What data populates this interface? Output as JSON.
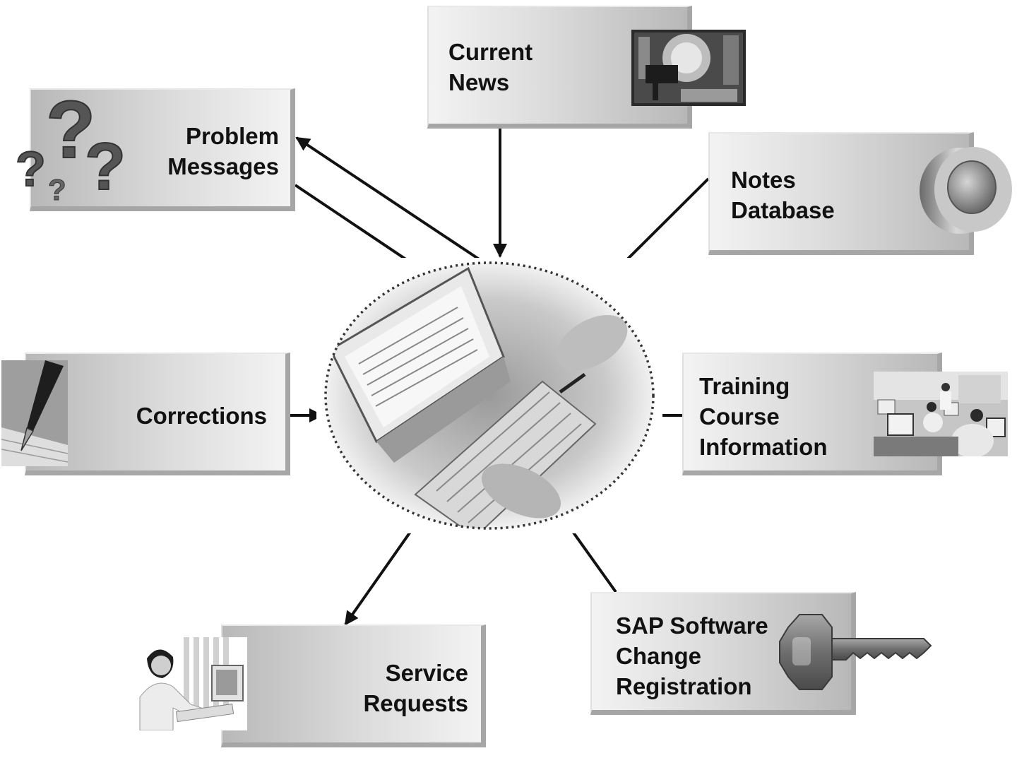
{
  "nodes": {
    "current_news": {
      "lines": [
        "Current",
        "News"
      ],
      "icon": "broadcast-studio-photo-icon"
    },
    "problem_messages": {
      "lines": [
        "Problem",
        "Messages"
      ],
      "icon": "question-marks-icon"
    },
    "notes_database": {
      "lines": [
        "Notes",
        "Database"
      ],
      "icon": "database-cylinder-icon"
    },
    "corrections": {
      "lines": [
        "Corrections"
      ],
      "icon": "fountain-pen-photo-icon"
    },
    "training_course": {
      "lines": [
        "Training",
        "Course",
        "Information"
      ],
      "icon": "computer-classroom-photo-icon"
    },
    "service_requests": {
      "lines": [
        "Service",
        "Requests"
      ],
      "icon": "support-agent-photo-icon"
    },
    "sap_registration": {
      "lines": [
        "SAP Software",
        "Change",
        "Registration"
      ],
      "icon": "key-icon"
    }
  },
  "center": {
    "icon": "computer-keyboard-photo-icon"
  },
  "connections": [
    {
      "from": "center",
      "to": "problem_messages"
    },
    {
      "from": "problem_messages",
      "to": "center"
    },
    {
      "from": "current_news",
      "to": "center"
    },
    {
      "from": "notes_database",
      "to": "center"
    },
    {
      "from": "corrections",
      "to": "center"
    },
    {
      "from": "training_course",
      "to": "center"
    },
    {
      "from": "center",
      "to": "service_requests"
    },
    {
      "from": "sap_registration",
      "to": "center"
    }
  ]
}
